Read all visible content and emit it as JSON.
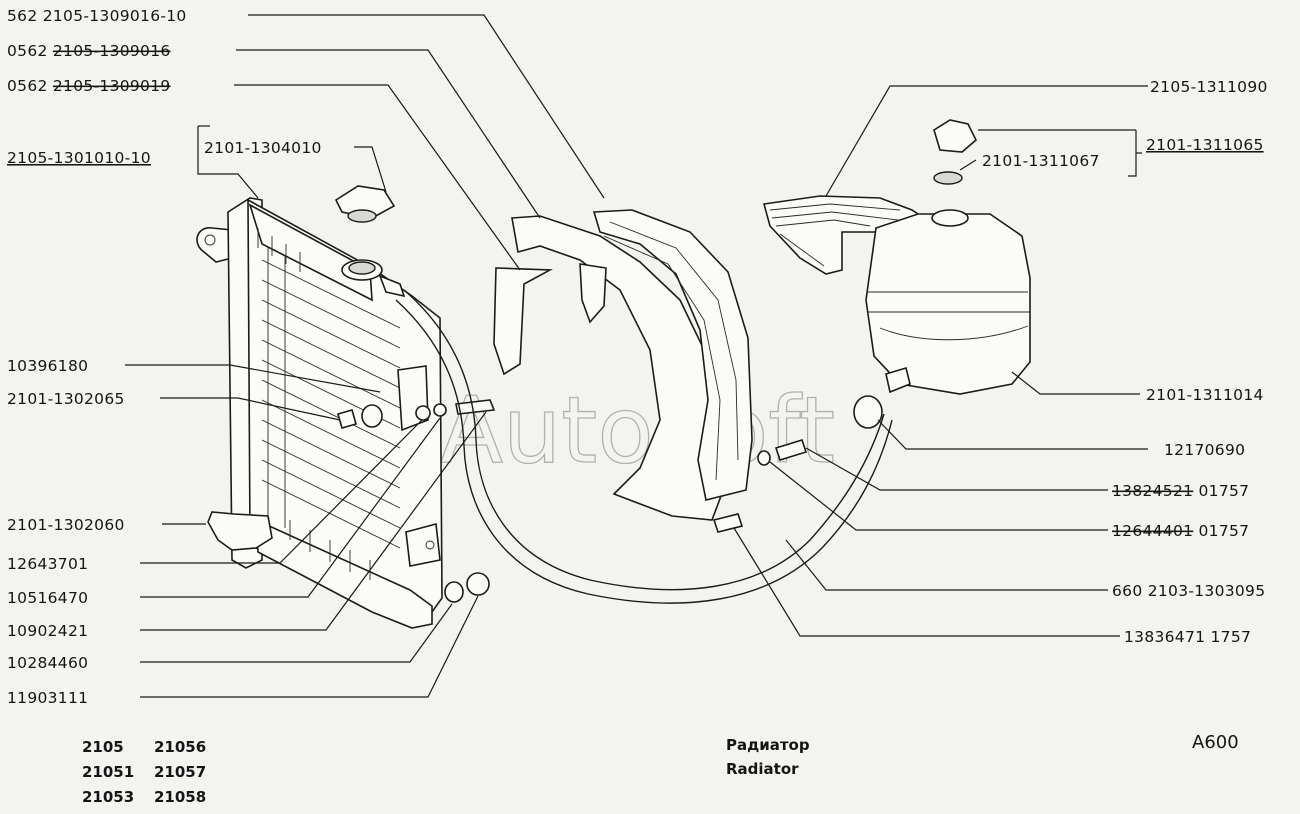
{
  "callouts": {
    "c562": "562  2105-1309016-10",
    "c0562a_prefix": "0562  ",
    "c0562a_code": "2105-1309016",
    "c0562b_prefix": "0562  ",
    "c0562b_code": "2105-1309019",
    "radiator_assembly": "2105-1301010-10",
    "filler_cap": "2101-1304010",
    "c10396180": "10396180",
    "c2101_1302065": "2101-1302065",
    "c2101_1302060": "2101-1302060",
    "c12643701": "12643701",
    "c10516470": "10516470",
    "c10902421": "10902421",
    "c10284460": "10284460",
    "c11903111": "11903111",
    "strap": "2105-1311090",
    "tank_cap_group": "2101-1311065",
    "tank_cap_gasket": "2101-1311067",
    "expansion_tank": "2101-1311014",
    "c12170690": "12170690",
    "c13824521_code": "13824521",
    "c13824521_suffix": "  01757",
    "c12644401_code": "12644401",
    "c12644401_suffix": "  01757",
    "hose": "660  2103-1303095",
    "c13836471": "13836471  1757"
  },
  "models": [
    "2105",
    "21056",
    "21051",
    "21057",
    "21053",
    "21058"
  ],
  "title_ru": "Радиатор",
  "title_en": "Radiator",
  "page_code": "A600",
  "watermark": "AutoSoft"
}
